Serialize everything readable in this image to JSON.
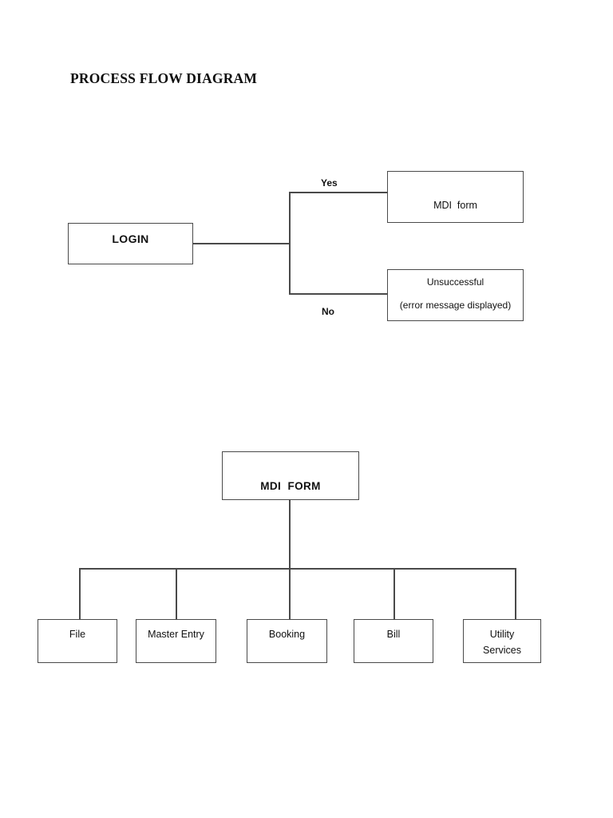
{
  "document": {
    "title": "PROCESS FLOW DIAGRAM"
  },
  "diagrams": [
    {
      "id": "login-decision-flow",
      "nodes": {
        "login": {
          "label": "LOGIN"
        },
        "mdi_form": {
          "label": "MDI  form"
        },
        "unsuccessful": {
          "line1": "Unsuccessful",
          "line2": "(error message displayed)"
        }
      },
      "edge_labels": {
        "yes": "Yes",
        "no": "No"
      }
    },
    {
      "id": "mdi-form-menu-tree",
      "root": {
        "label": "MDI  FORM"
      },
      "children": [
        {
          "label": "File"
        },
        {
          "label": "Master Entry"
        },
        {
          "label": "Booking"
        },
        {
          "label": "Bill"
        },
        {
          "line1": "Utility",
          "line2": "Services"
        }
      ]
    }
  ],
  "style": {
    "page_background": "#ffffff",
    "line_color": "#4a4a4a",
    "text_color": "#111111"
  }
}
